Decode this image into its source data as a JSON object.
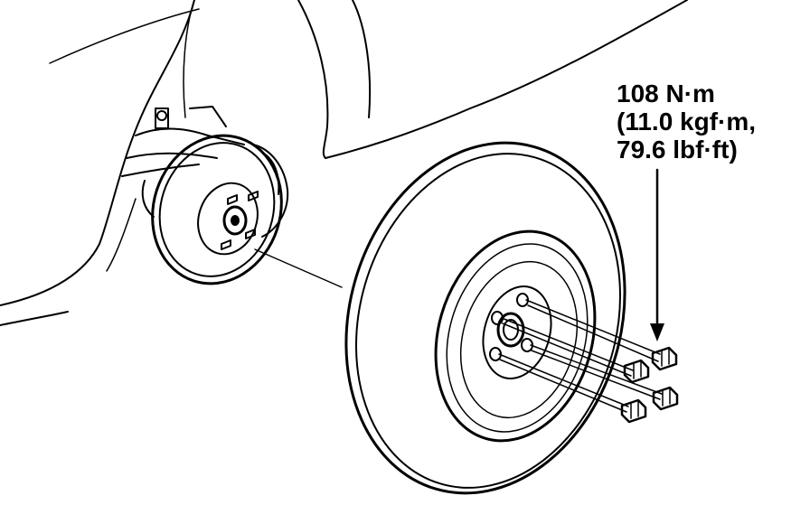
{
  "torque_spec": {
    "line1": "108 N·m",
    "line2": "(11.0 kgf·m,",
    "line3": "79.6 lbf·ft)"
  },
  "colors": {
    "ink": "#000000",
    "paper": "#ffffff"
  },
  "icons": [
    "wheel-tire",
    "brake-disc-hub",
    "lug-nut",
    "callout-arrow",
    "car-body-fender"
  ]
}
